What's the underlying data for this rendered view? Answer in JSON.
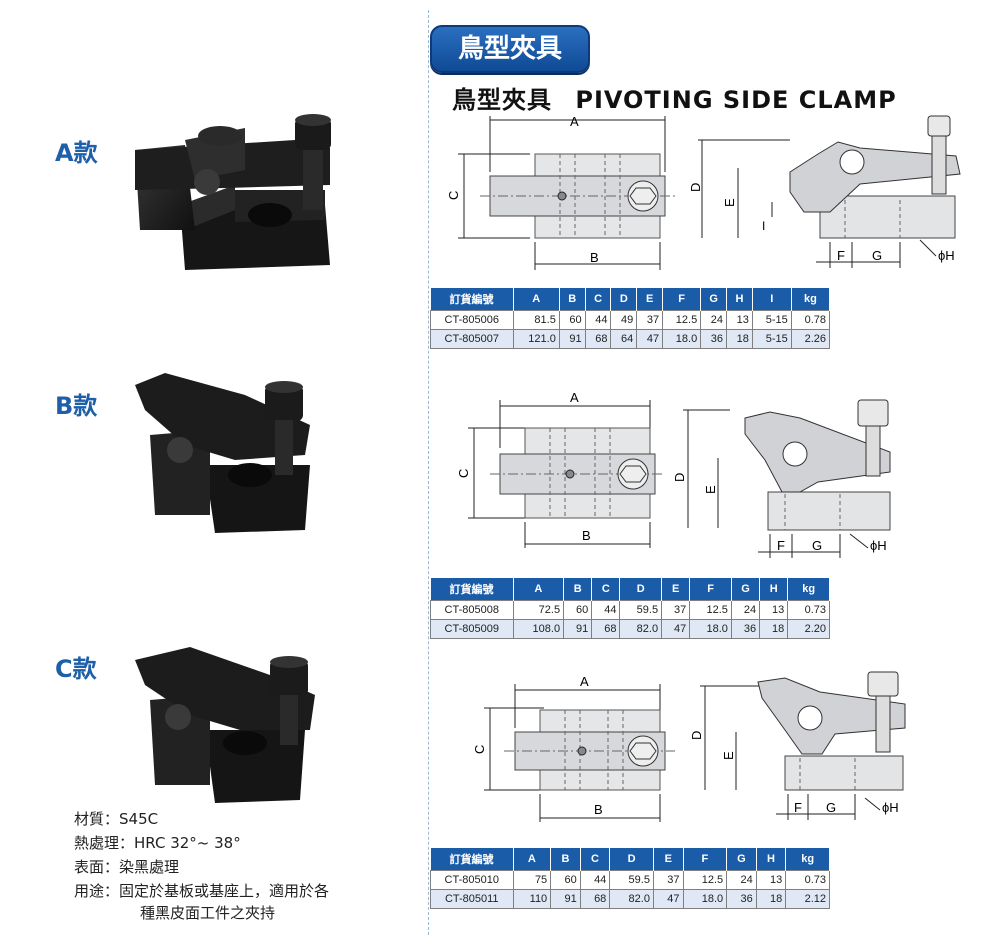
{
  "header": {
    "badge": "鳥型夾具",
    "title_cn": "鳥型夾具",
    "title_en": "PIVOTING SIDE CLAMP"
  },
  "models": [
    {
      "label": "A款"
    },
    {
      "label": "B款"
    },
    {
      "label": "C款"
    }
  ],
  "specs": {
    "material": "材質：S45C",
    "heat": "熱處理：HRC 32°~ 38°",
    "surface": "表面：染黑處理",
    "use1": "用途：固定於基板或基座上，適用於各",
    "use2": "種黑皮面工件之夾持"
  },
  "dims": {
    "A": "A",
    "B": "B",
    "C": "C",
    "D": "D",
    "E": "E",
    "F": "F",
    "G": "G",
    "H": "ϕH",
    "I": "I"
  },
  "tables": [
    {
      "headers": [
        "訂貨編號",
        "A",
        "B",
        "C",
        "D",
        "E",
        "F",
        "G",
        "H",
        "I",
        "kg"
      ],
      "rows": [
        [
          "CT-805006",
          "81.5",
          "60",
          "44",
          "49",
          "37",
          "12.5",
          "24",
          "13",
          "5-15",
          "0.78"
        ],
        [
          "CT-805007",
          "121.0",
          "91",
          "68",
          "64",
          "47",
          "18.0",
          "36",
          "18",
          "5-15",
          "2.26"
        ]
      ]
    },
    {
      "headers": [
        "訂貨編號",
        "A",
        "B",
        "C",
        "D",
        "E",
        "F",
        "G",
        "H",
        "kg"
      ],
      "rows": [
        [
          "CT-805008",
          "72.5",
          "60",
          "44",
          "59.5",
          "37",
          "12.5",
          "24",
          "13",
          "0.73"
        ],
        [
          "CT-805009",
          "108.0",
          "91",
          "68",
          "82.0",
          "47",
          "18.0",
          "36",
          "18",
          "2.20"
        ]
      ]
    },
    {
      "headers": [
        "訂貨編號",
        "A",
        "B",
        "C",
        "D",
        "E",
        "F",
        "G",
        "H",
        "kg"
      ],
      "rows": [
        [
          "CT-805010",
          "75",
          "60",
          "44",
          "59.5",
          "37",
          "12.5",
          "24",
          "13",
          "0.73"
        ],
        [
          "CT-805011",
          "110",
          "91",
          "68",
          "82.0",
          "47",
          "18.0",
          "36",
          "18",
          "2.12"
        ]
      ]
    }
  ]
}
